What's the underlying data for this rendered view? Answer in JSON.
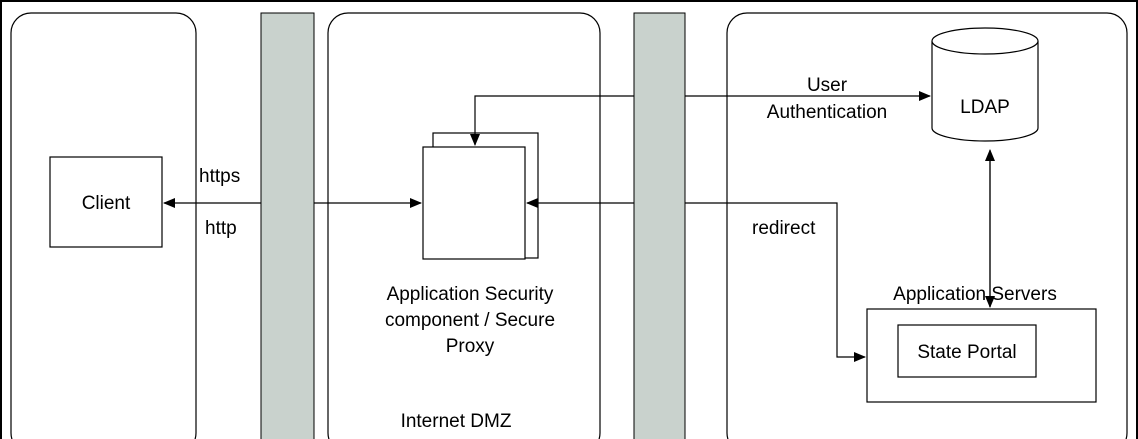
{
  "labels": {
    "client": "Client",
    "https": "https",
    "http": "http",
    "proxy_line1": "Application Security",
    "proxy_line2": "component / Secure",
    "proxy_line3": "Proxy",
    "dmz": "Internet DMZ",
    "user_auth_line1": "User",
    "user_auth_line2": "Authentication",
    "ldap": "LDAP",
    "redirect": "redirect",
    "app_servers": "Application Servers",
    "state_portal": "State Portal"
  },
  "colors": {
    "firewall_fill": "#c9d2cd",
    "stroke": "#000000",
    "background": "#ffffff"
  }
}
